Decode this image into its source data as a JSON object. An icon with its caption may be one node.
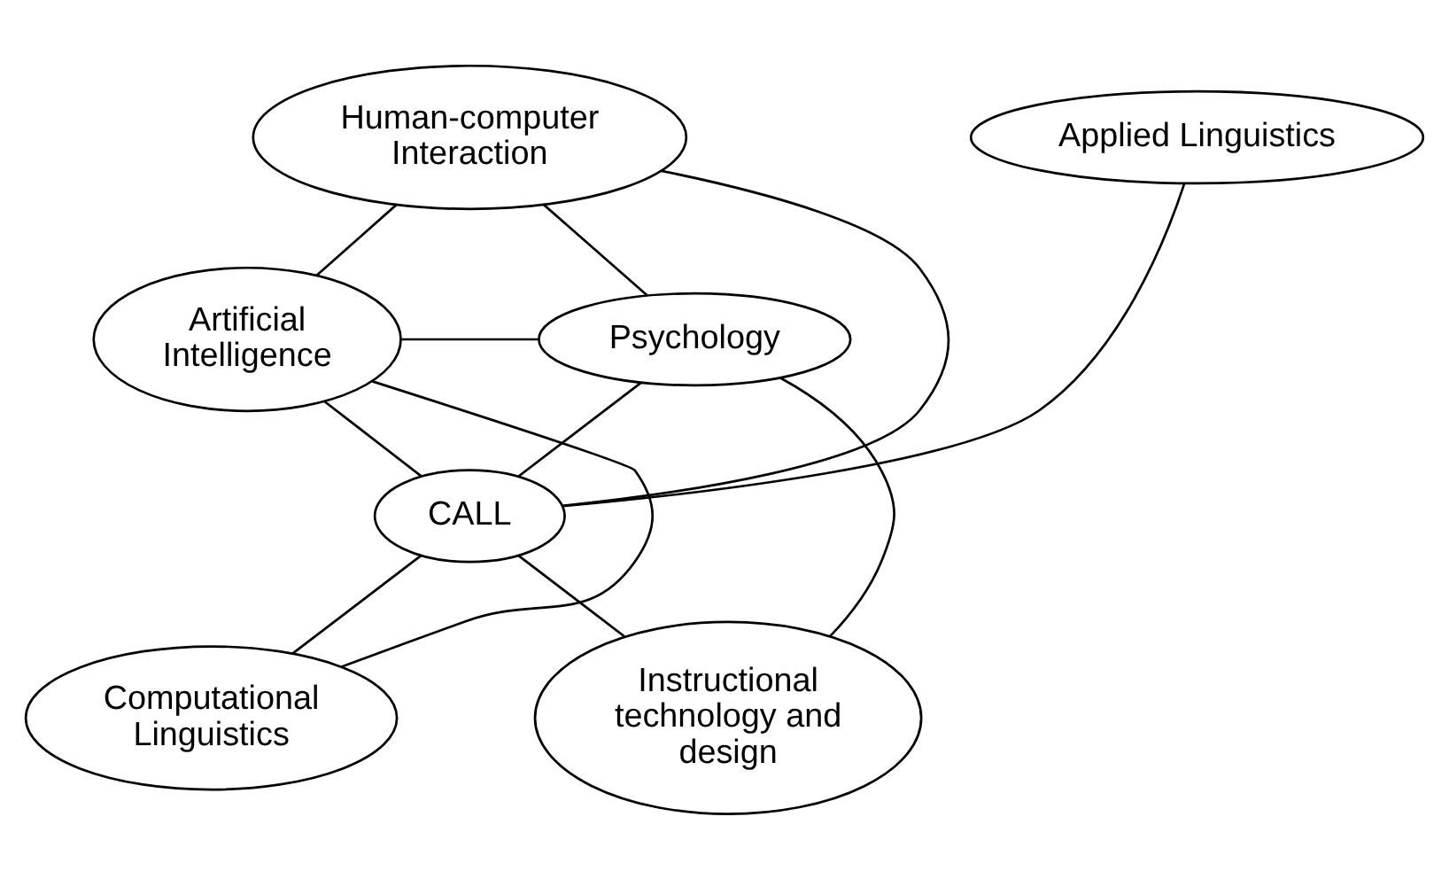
{
  "diagram": {
    "nodes": [
      {
        "text": [
          "Human-computer Interaction"
        ]
      },
      {
        "text": [
          "Artificial Intelligence"
        ]
      },
      {
        "text": [
          "Psychology"
        ]
      },
      {
        "text": [
          "CALL"
        ]
      },
      {
        "text": [
          "Computational Linguistics"
        ]
      },
      {
        "text": [
          "Instructional technology and design"
        ]
      },
      {
        "text": [
          "Applied Linguistics"
        ]
      }
    ],
    "edges": [
      {
        "from": 0,
        "to": 1,
        "arrow": "none"
      },
      {
        "from": 0,
        "to": 2,
        "arrow": "none"
      },
      {
        "from": 0,
        "to": 3,
        "arrow": "none"
      },
      {
        "from": 1,
        "to": 2,
        "arrow": "none"
      },
      {
        "from": 1,
        "to": 3,
        "arrow": "none"
      },
      {
        "from": 1,
        "to": 4,
        "arrow": "none"
      },
      {
        "from": 2,
        "to": 3,
        "arrow": "none"
      },
      {
        "from": 2,
        "to": 5,
        "arrow": "none"
      },
      {
        "from": 3,
        "to": 4,
        "arrow": "none"
      },
      {
        "from": 3,
        "to": 5,
        "arrow": "none"
      },
      {
        "from": 3,
        "to": 6,
        "arrow": "none"
      }
    ]
  }
}
